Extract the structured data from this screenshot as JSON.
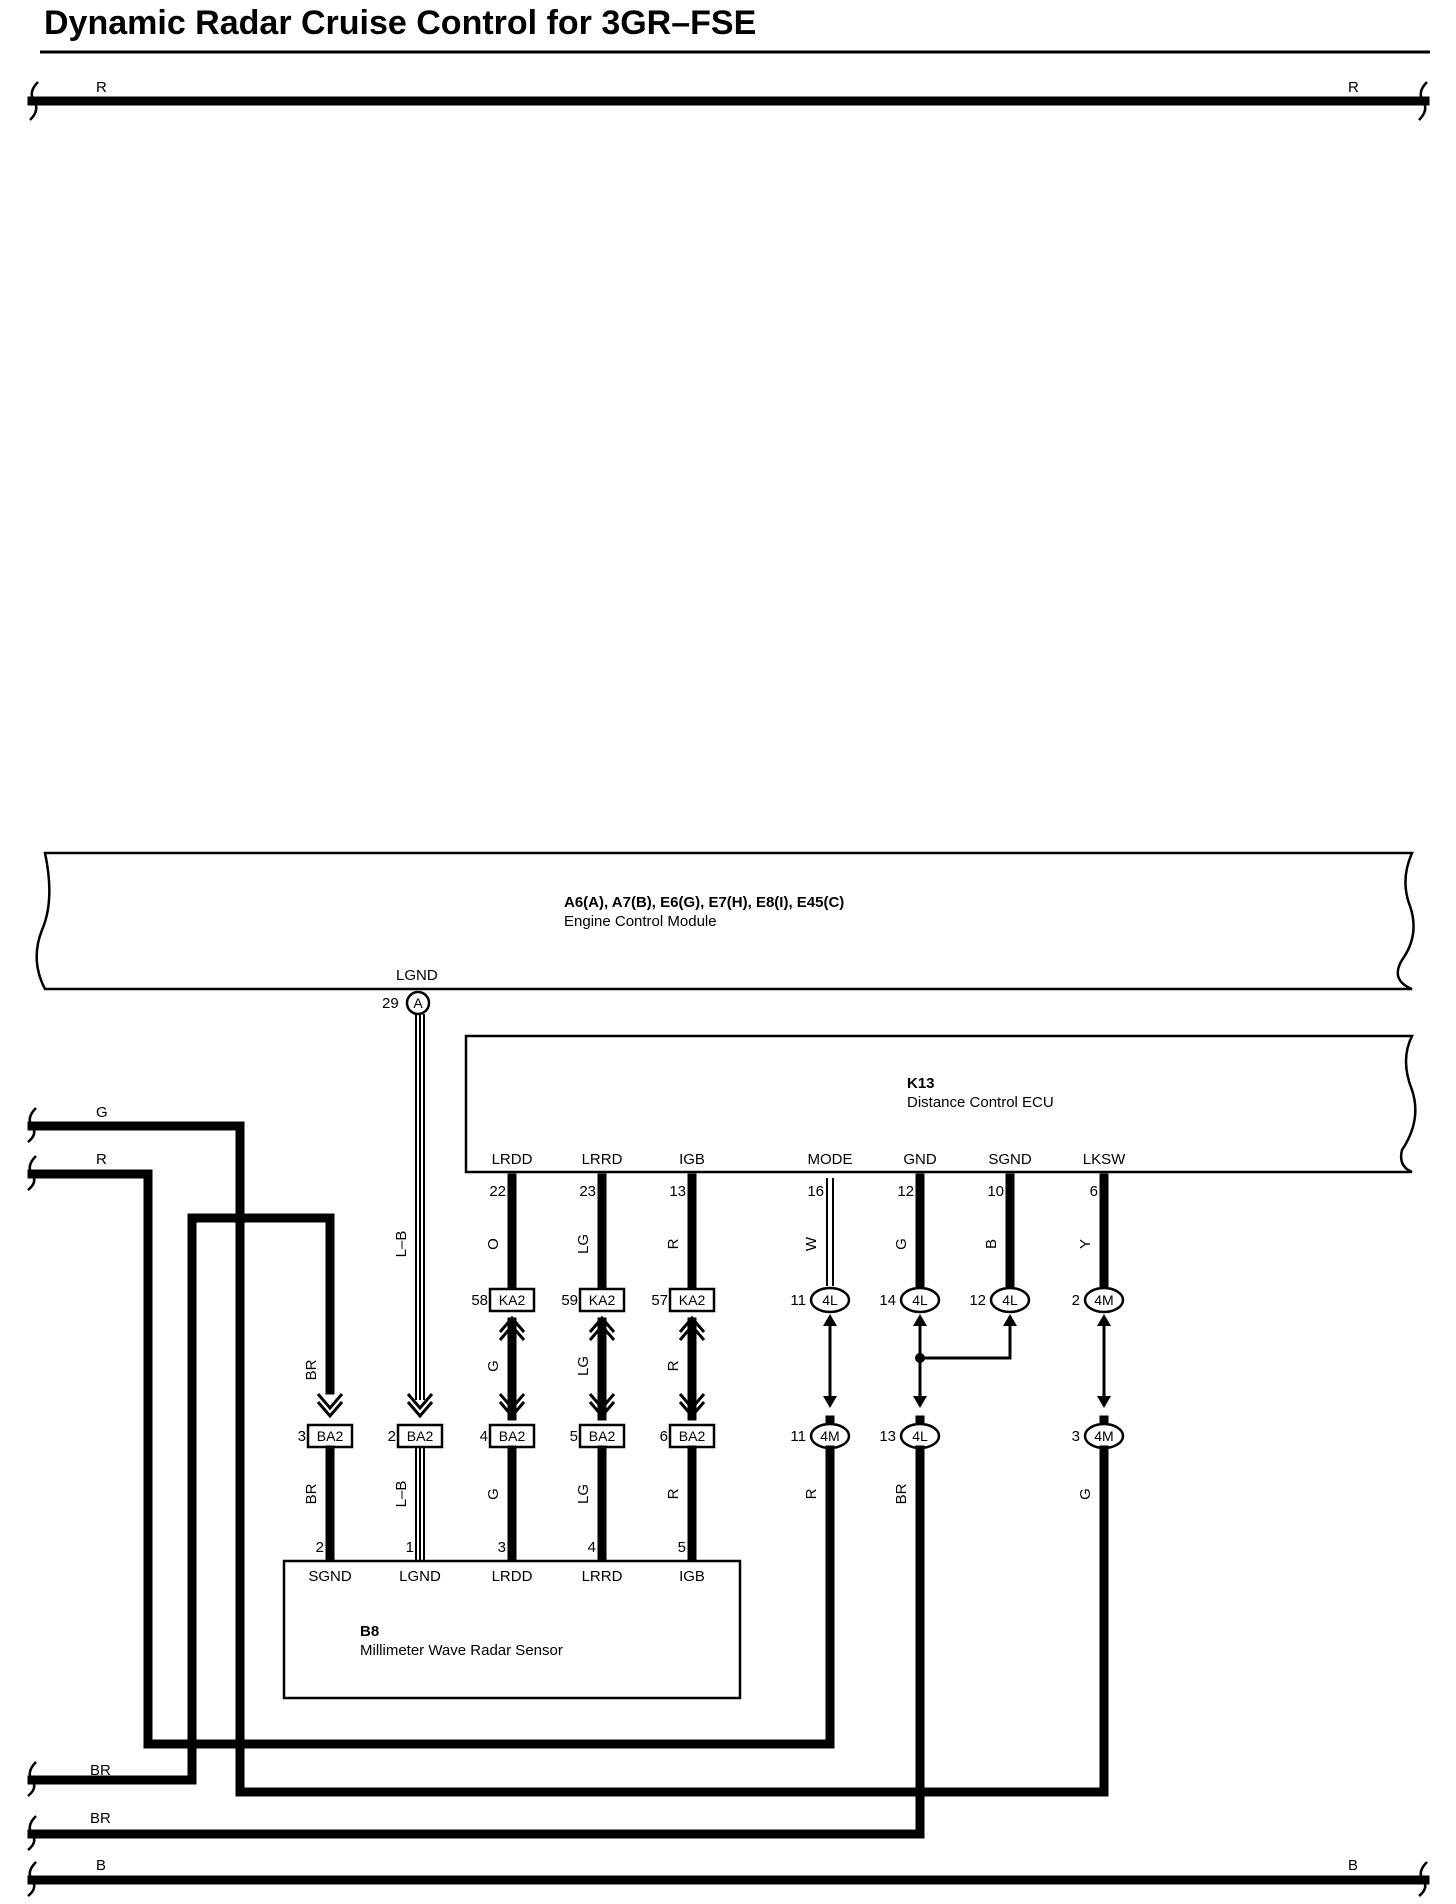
{
  "title": "Dynamic Radar Cruise Control for 3GR–FSE",
  "buses": {
    "top_left": "R",
    "top_right": "R",
    "left_g": "G",
    "left_r": "R",
    "bottom_br1": "BR",
    "bottom_br2": "BR",
    "bottom_b_left": "B",
    "bottom_b_right": "B"
  },
  "ecm": {
    "code": "A6(A), A7(B), E6(G), E7(H), E8(I), E45(C)",
    "name": "Engine Control Module",
    "terminal_label": "LGND",
    "pin": "29",
    "connector": "A"
  },
  "ecu": {
    "code": "K13",
    "name": "Distance Control ECU",
    "terminals": [
      {
        "label": "LRDD",
        "pin": "22",
        "wire": "O"
      },
      {
        "label": "LRRD",
        "pin": "23",
        "wire": "LG"
      },
      {
        "label": "IGB",
        "pin": "13",
        "wire": "R"
      },
      {
        "label": "MODE",
        "pin": "16",
        "wire": "W"
      },
      {
        "label": "GND",
        "pin": "12",
        "wire": "G"
      },
      {
        "label": "SGND",
        "pin": "10",
        "wire": "B"
      },
      {
        "label": "LKSW",
        "pin": "6",
        "wire": "Y"
      }
    ]
  },
  "upper_connectors": [
    {
      "pin": "58",
      "name": "KA2"
    },
    {
      "pin": "59",
      "name": "KA2"
    },
    {
      "pin": "57",
      "name": "KA2"
    },
    {
      "pin": "11",
      "name": "4L"
    },
    {
      "pin": "14",
      "name": "4L"
    },
    {
      "pin": "12",
      "name": "4L"
    },
    {
      "pin": "2",
      "name": "4M"
    }
  ],
  "mid_wires": [
    "BR",
    "L–B",
    "G",
    "LG",
    "R"
  ],
  "lower_connectors": [
    {
      "pin": "3",
      "name": "BA2"
    },
    {
      "pin": "2",
      "name": "BA2"
    },
    {
      "pin": "4",
      "name": "BA2"
    },
    {
      "pin": "5",
      "name": "BA2"
    },
    {
      "pin": "6",
      "name": "BA2"
    },
    {
      "pin": "11",
      "name": "4M"
    },
    {
      "pin": "13",
      "name": "4L"
    },
    {
      "pin": "3",
      "name": "4M"
    }
  ],
  "low_wires": [
    "BR",
    "L–B",
    "G",
    "LG",
    "R",
    "R",
    "BR",
    "G"
  ],
  "sensor": {
    "code": "B8",
    "name": "Millimeter Wave Radar Sensor",
    "terminals": [
      {
        "label": "SGND",
        "pin": "2"
      },
      {
        "label": "LGND",
        "pin": "1"
      },
      {
        "label": "LRDD",
        "pin": "3"
      },
      {
        "label": "LRRD",
        "pin": "4"
      },
      {
        "label": "IGB",
        "pin": "5"
      }
    ]
  }
}
